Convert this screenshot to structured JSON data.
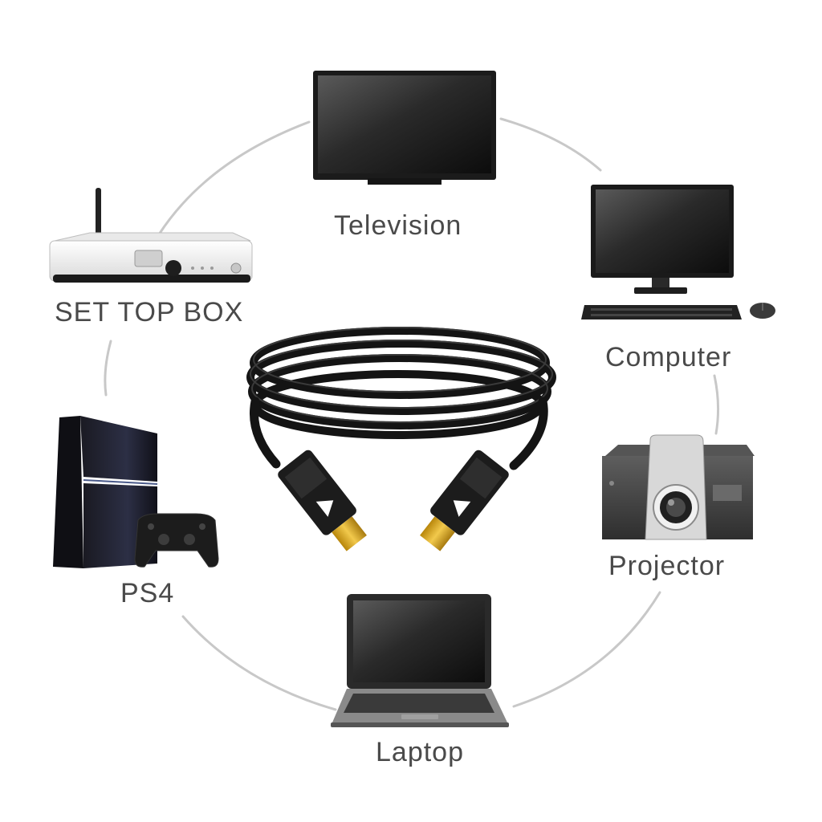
{
  "diagram": {
    "center_item": "cable-icon",
    "devices": [
      {
        "id": "television",
        "label": "Television",
        "icon": "television-icon"
      },
      {
        "id": "settopbox",
        "label": "SET TOP BOX",
        "icon": "set-top-box-icon"
      },
      {
        "id": "computer",
        "label": "Computer",
        "icon": "computer-icon"
      },
      {
        "id": "projector",
        "label": "Projector",
        "icon": "projector-icon"
      },
      {
        "id": "ps4",
        "label": "PS4",
        "icon": "game-console-icon"
      },
      {
        "id": "laptop",
        "label": "Laptop",
        "icon": "laptop-icon"
      }
    ],
    "colors": {
      "ring": "#c8c8c8",
      "label": "#4a4a4a",
      "cable": "#141414",
      "connector_gold": "#d9a520"
    }
  }
}
